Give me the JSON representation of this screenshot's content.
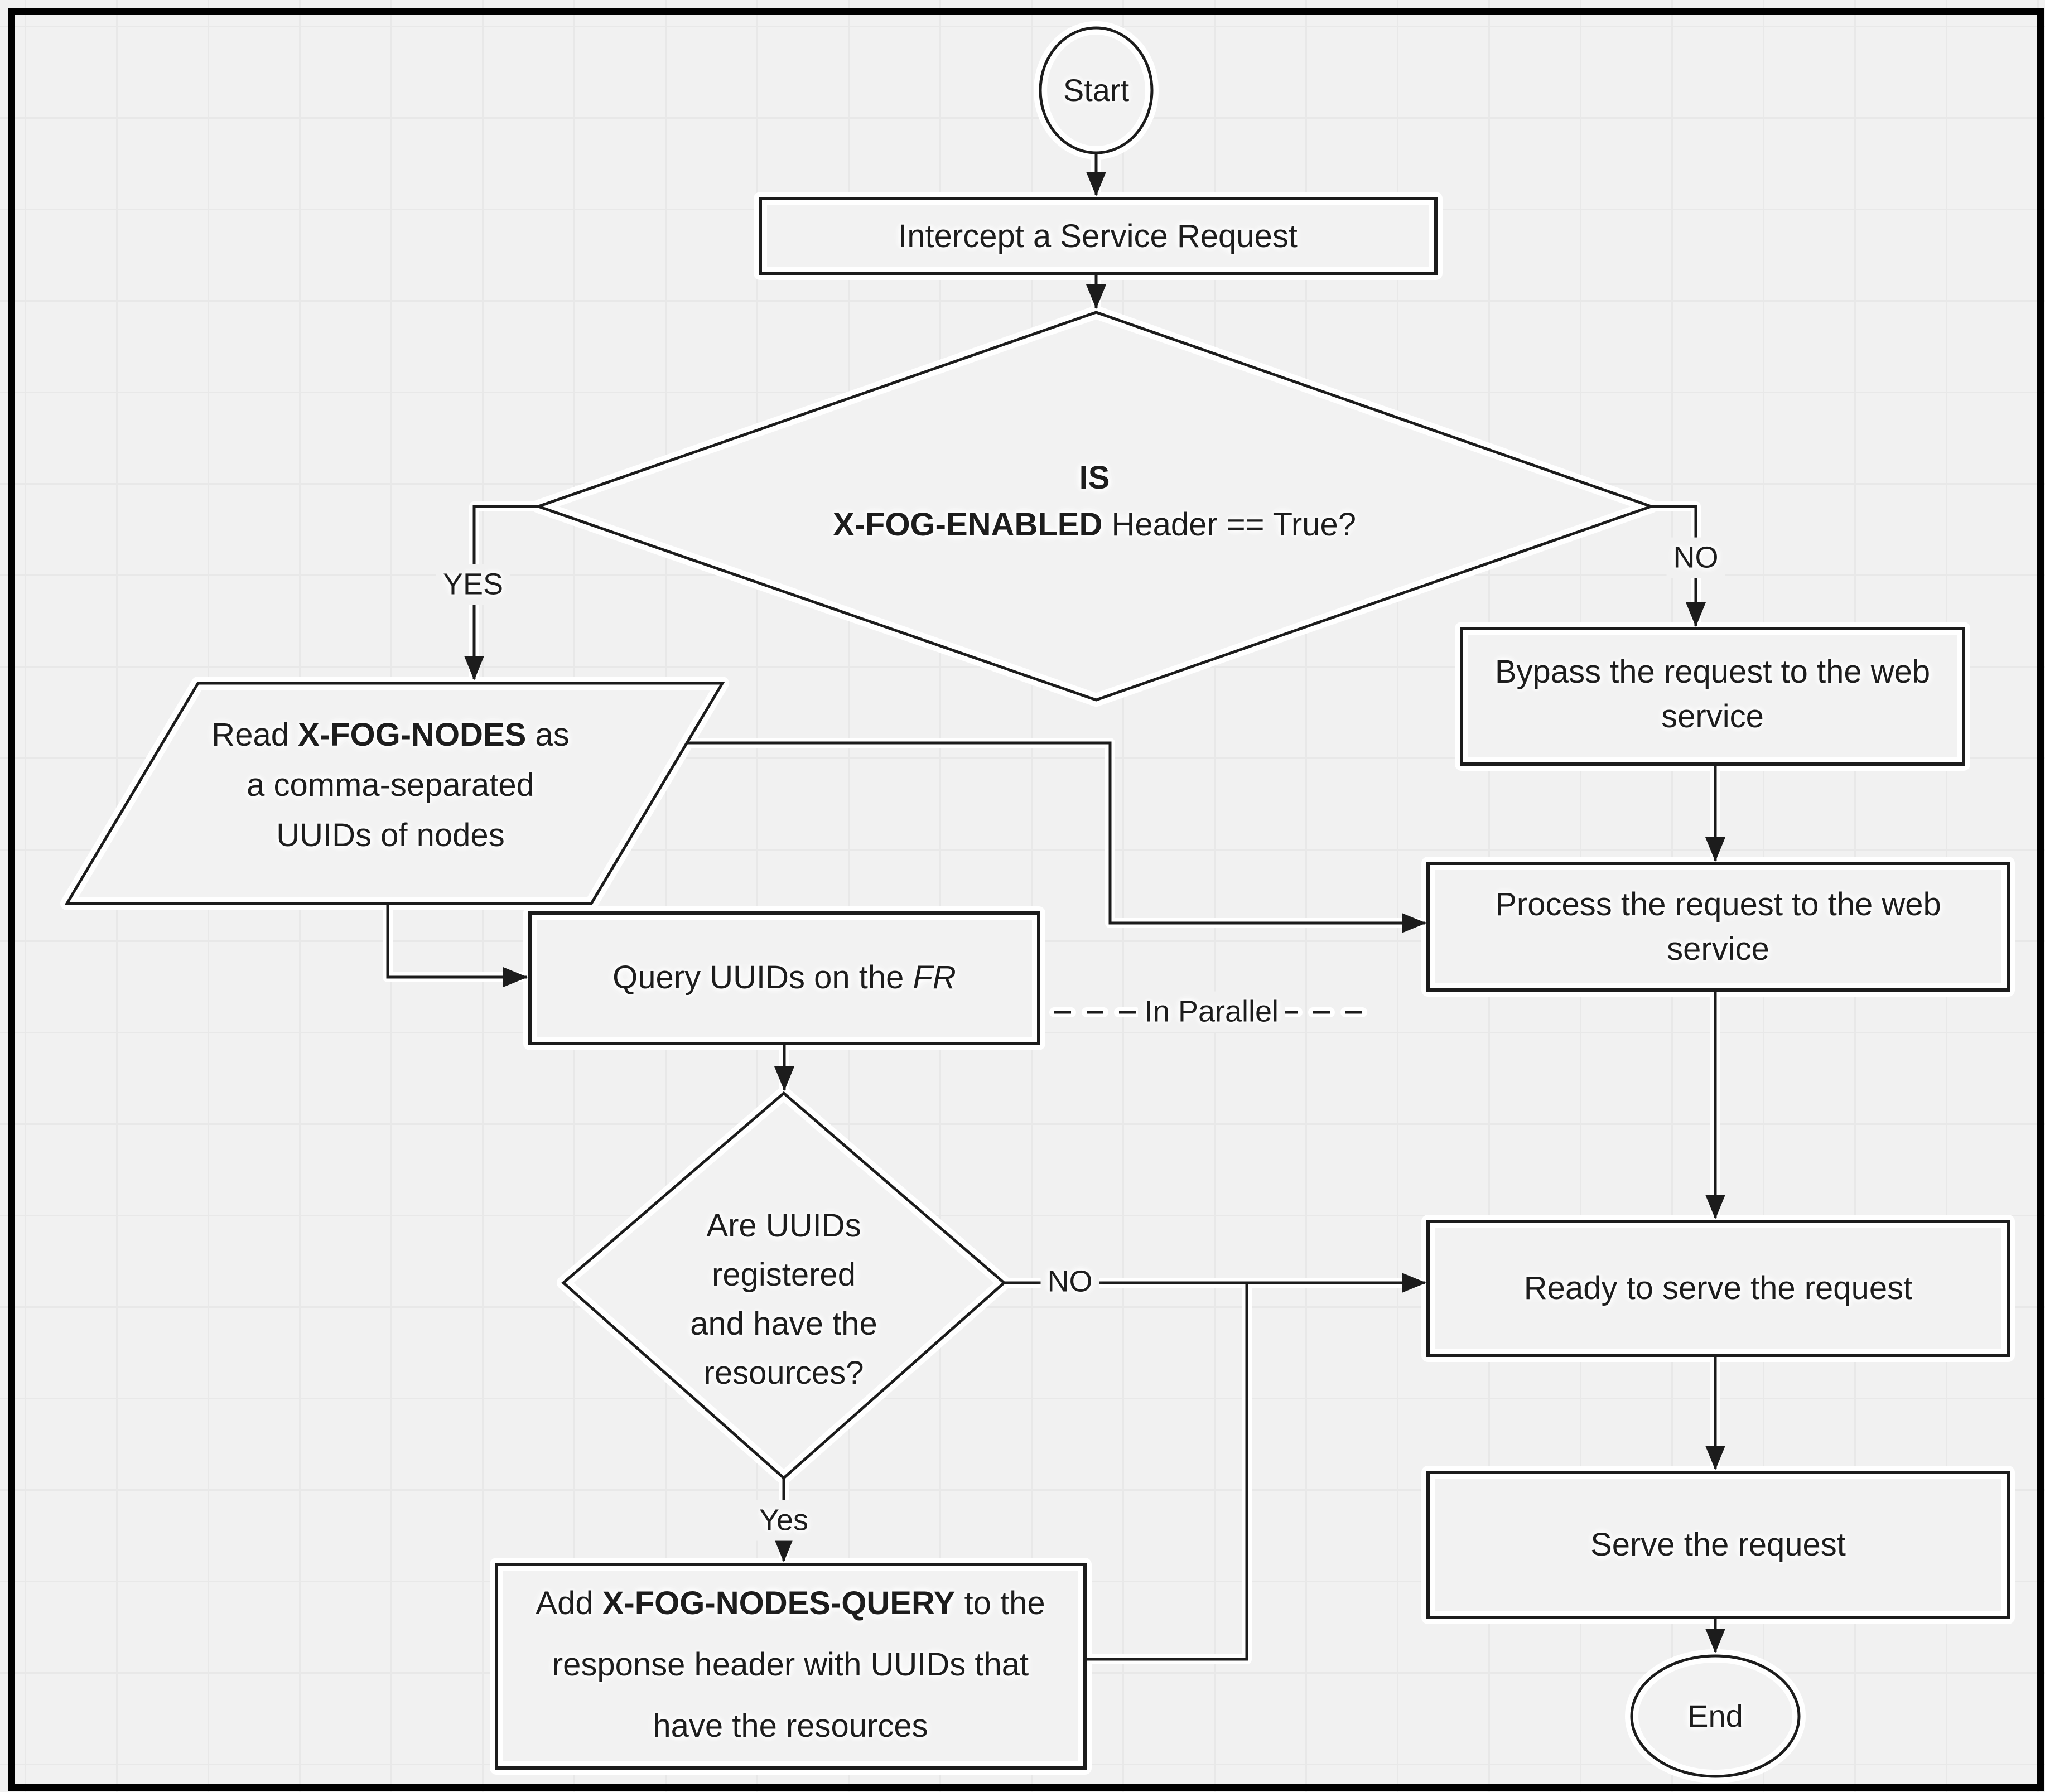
{
  "nodes": {
    "start": {
      "label": "Start"
    },
    "intercept": {
      "label": "Intercept a Service Request"
    },
    "fog_enabled_decision": {
      "l1": "IS",
      "l2a": "X-FOG-ENABLED",
      "l2b": " Header == True?"
    },
    "read_nodes": {
      "l1a": "Read ",
      "l1b": "X-FOG-NODES",
      "l1c": " as",
      "l2": "a comma-separated",
      "l3": "UUIDs of nodes"
    },
    "bypass": {
      "l1": "Bypass the request to the web",
      "l2": "service"
    },
    "query_fr": {
      "a": "Query UUIDs on the ",
      "b": "FR"
    },
    "process": {
      "l1": "Process the request to the web",
      "l2": "service"
    },
    "uuids_decision": {
      "l1": "Are UUIDs",
      "l2": "registered",
      "l3": "and have the",
      "l4": "resources?"
    },
    "ready": {
      "label": "Ready to serve the request"
    },
    "add_query_header": {
      "l1a": "Add ",
      "l1b": "X-FOG-NODES-QUERY",
      "l1c": " to the",
      "l2": "response header with UUIDs that",
      "l3": "have the resources"
    },
    "serve": {
      "label": "Serve the request"
    },
    "end": {
      "label": "End"
    }
  },
  "edge_labels": {
    "yes_top": "YES",
    "no_top": "NO",
    "no_mid": "NO",
    "yes_mid": "Yes",
    "in_parallel": "In Parallel"
  },
  "colors": {
    "background": "#f1f1f1",
    "grid_line": "#e8e8e8",
    "shape_fill": "#f2f2f2",
    "ink": "#1c1c1c",
    "halo": "#ffffff",
    "frame": "#000000"
  }
}
